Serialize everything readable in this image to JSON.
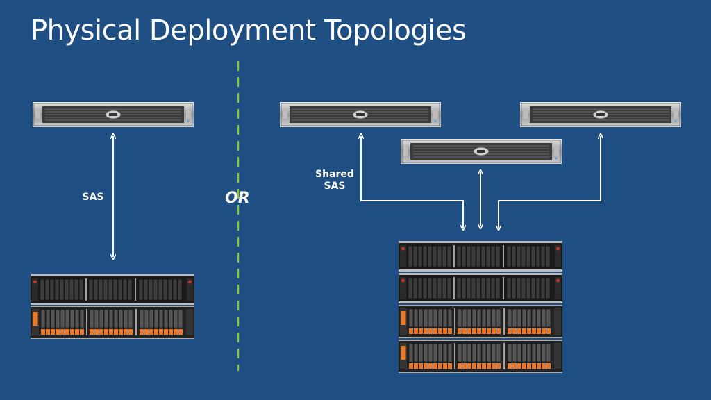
{
  "slide": {
    "title": "Physical Deployment Topologies"
  },
  "left": {
    "connection_label": "SAS"
  },
  "divider": {
    "label": "OR"
  },
  "right": {
    "connection_label_line1": "Shared",
    "connection_label_line2": "SAS"
  },
  "colors": {
    "background": "#1f4e82",
    "divider": "#8cc63f",
    "arrow": "#ffffff",
    "enclosure_accent": "#e8792b"
  },
  "icons": {
    "server": "dell-rack-server-icon",
    "jbod_top": "raid-storage-enclosure-icon",
    "jbod_orange": "storage-enclosure-orange-drives-icon"
  }
}
